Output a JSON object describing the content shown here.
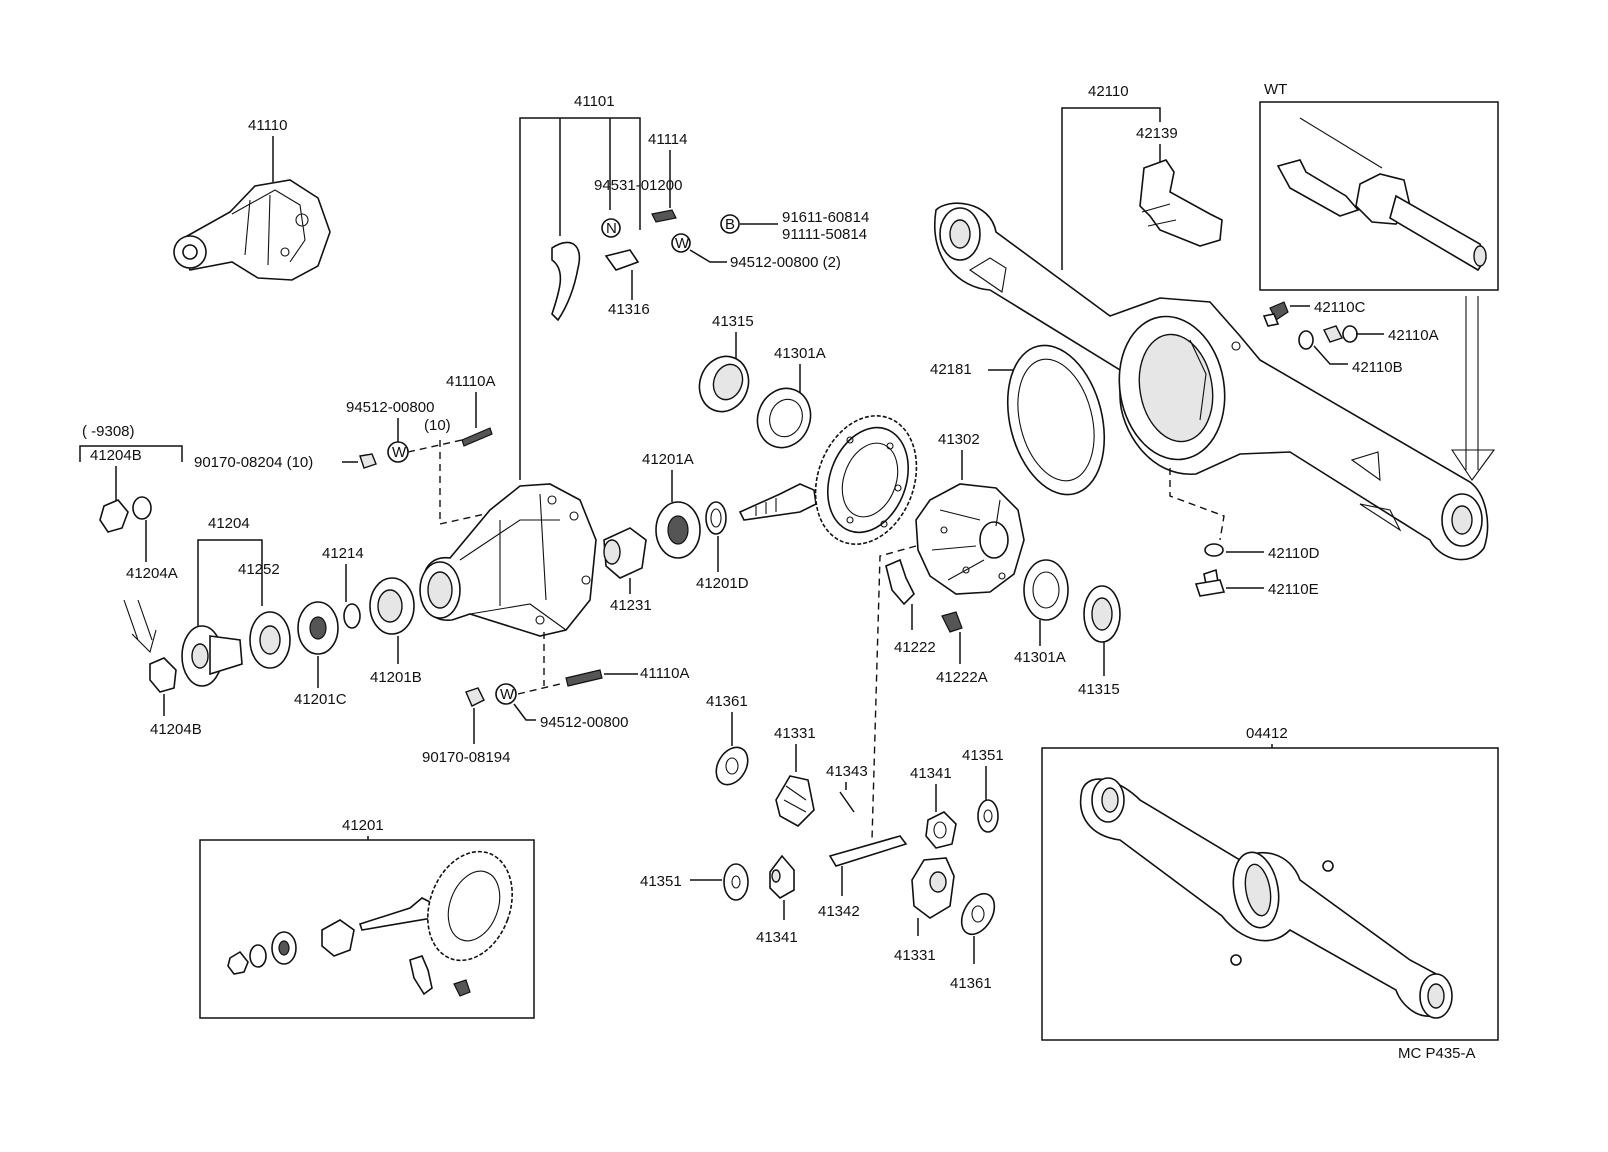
{
  "labels": {
    "p41110": "41110",
    "p41101": "41101",
    "p41114": "41114",
    "p94531": "94531-01200",
    "p91611": "91611-60814",
    "p91111": "91111-50814",
    "p94512_2": "94512-00800 (2)",
    "p41316": "41316",
    "p41315_top": "41315",
    "p41301A_top": "41301A",
    "p41110A_top": "41110A",
    "p94512_10": "94512-00800",
    "p10": "(10)",
    "p90170_08204": "90170-08204 (10)",
    "bracket_9308": "(      -9308)",
    "p41204B_top": "41204B",
    "p41204A": "41204A",
    "p41204": "41204",
    "p41252": "41252",
    "p41214": "41214",
    "p41201C": "41201C",
    "p41201B": "41201B",
    "p41204B_bot": "41204B",
    "p41201A": "41201A",
    "p41231": "41231",
    "p41201D": "41201D",
    "p41110A_bot": "41110A",
    "p94512_bot": "94512-00800",
    "p90170_08194": "90170-08194",
    "p41361_left": "41361",
    "p41331_left": "41331",
    "p41343": "41343",
    "p41341_right": "41341",
    "p41351_right": "41351",
    "p41351_left": "41351",
    "p41341_left": "41341",
    "p41342": "41342",
    "p41331_right": "41331",
    "p41361_right": "41361",
    "p41201_box": "41201",
    "p42110": "42110",
    "p42139": "42139",
    "pWT": "WT",
    "p42110C": "42110C",
    "p42110A": "42110A",
    "p42110B": "42110B",
    "p42181": "42181",
    "p41302": "41302",
    "p42110D": "42110D",
    "p42110E": "42110E",
    "p41222": "41222",
    "p41222A": "41222A",
    "p41301A_bot": "41301A",
    "p41315_bot": "41315",
    "p04412": "04412",
    "ref": "MC  P435-A"
  },
  "symbols": {
    "n_mark": "N",
    "w_mark": "W",
    "b_mark": "B"
  }
}
